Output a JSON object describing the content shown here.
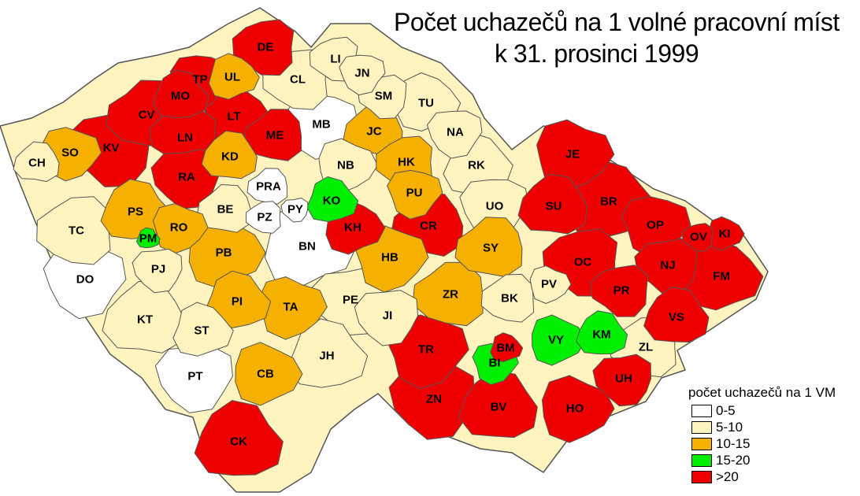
{
  "title": {
    "line1": "Počet uchazečů na 1 volné pracovní míst",
    "line2": "k 31. prosinci 1999"
  },
  "colors": {
    "c0_5": "#ffffff",
    "c5_10": "#fff4c0",
    "c10_15": "#f5b000",
    "c15_20": "#00ee00",
    "c20p": "#ee0000",
    "border": "#555555"
  },
  "legend": {
    "title": "počet uchazečů na 1 VM",
    "items": [
      {
        "label": "0-5",
        "color": "#ffffff"
      },
      {
        "label": "5-10",
        "color": "#fff4c0"
      },
      {
        "label": "10-15",
        "color": "#f5b000"
      },
      {
        "label": "15-20",
        "color": "#00ee00"
      },
      {
        "label": ">20",
        "color": "#ee0000"
      }
    ]
  },
  "districts": [
    {
      "code": "DE",
      "category": ">20"
    },
    {
      "code": "LI",
      "category": "5-10"
    },
    {
      "code": "JN",
      "category": "5-10"
    },
    {
      "code": "TP",
      "category": ">20"
    },
    {
      "code": "UL",
      "category": "10-15"
    },
    {
      "code": "CL",
      "category": "5-10"
    },
    {
      "code": "MO",
      "category": ">20"
    },
    {
      "code": "SM",
      "category": "5-10"
    },
    {
      "code": "TU",
      "category": "5-10"
    },
    {
      "code": "CV",
      "category": ">20"
    },
    {
      "code": "LT",
      "category": ">20"
    },
    {
      "code": "MB",
      "category": "0-5"
    },
    {
      "code": "JC",
      "category": "10-15"
    },
    {
      "code": "NA",
      "category": "5-10"
    },
    {
      "code": "SO",
      "category": "10-15"
    },
    {
      "code": "KV",
      "category": ">20"
    },
    {
      "code": "LN",
      "category": ">20"
    },
    {
      "code": "ME",
      "category": ">20"
    },
    {
      "code": "JE",
      "category": ">20"
    },
    {
      "code": "CH",
      "category": "5-10"
    },
    {
      "code": "KD",
      "category": "10-15"
    },
    {
      "code": "NB",
      "category": "5-10"
    },
    {
      "code": "HK",
      "category": "10-15"
    },
    {
      "code": "RK",
      "category": "5-10"
    },
    {
      "code": "RA",
      "category": ">20"
    },
    {
      "code": "PRA",
      "category": "0-5"
    },
    {
      "code": "PU",
      "category": "10-15"
    },
    {
      "code": "BR",
      "category": ">20"
    },
    {
      "code": "KO",
      "category": "15-20"
    },
    {
      "code": "PS",
      "category": "10-15"
    },
    {
      "code": "BE",
      "category": "5-10"
    },
    {
      "code": "PY",
      "category": "0-5"
    },
    {
      "code": "UO",
      "category": "5-10"
    },
    {
      "code": "SU",
      "category": ">20"
    },
    {
      "code": "TC",
      "category": "5-10"
    },
    {
      "code": "RO",
      "category": "10-15"
    },
    {
      "code": "PZ",
      "category": "0-5"
    },
    {
      "code": "KH",
      "category": ">20"
    },
    {
      "code": "CR",
      "category": ">20"
    },
    {
      "code": "OP",
      "category": ">20"
    },
    {
      "code": "OV",
      "category": ">20"
    },
    {
      "code": "KI",
      "category": ">20"
    },
    {
      "code": "PM",
      "category": "15-20"
    },
    {
      "code": "PB",
      "category": "10-15"
    },
    {
      "code": "BN",
      "category": "0-5"
    },
    {
      "code": "SY",
      "category": "10-15"
    },
    {
      "code": "HB",
      "category": "10-15"
    },
    {
      "code": "OC",
      "category": ">20"
    },
    {
      "code": "NJ",
      "category": ">20"
    },
    {
      "code": "FM",
      "category": ">20"
    },
    {
      "code": "PJ",
      "category": "5-10"
    },
    {
      "code": "DO",
      "category": "0-5"
    },
    {
      "code": "PV",
      "category": "5-10"
    },
    {
      "code": "PR",
      "category": ">20"
    },
    {
      "code": "ZR",
      "category": "10-15"
    },
    {
      "code": "PI",
      "category": "10-15"
    },
    {
      "code": "PE",
      "category": "5-10"
    },
    {
      "code": "BK",
      "category": "5-10"
    },
    {
      "code": "TA",
      "category": "10-15"
    },
    {
      "code": "KT",
      "category": "5-10"
    },
    {
      "code": "JI",
      "category": "5-10"
    },
    {
      "code": "VS",
      "category": ">20"
    },
    {
      "code": "ST",
      "category": "5-10"
    },
    {
      "code": "KM",
      "category": "15-20"
    },
    {
      "code": "TR",
      "category": ">20"
    },
    {
      "code": "BM",
      "category": ">20"
    },
    {
      "code": "VY",
      "category": "15-20"
    },
    {
      "code": "ZL",
      "category": "5-10"
    },
    {
      "code": "JH",
      "category": "5-10"
    },
    {
      "code": "BI",
      "category": "15-20"
    },
    {
      "code": "PT",
      "category": "0-5"
    },
    {
      "code": "CB",
      "category": "10-15"
    },
    {
      "code": "UH",
      "category": ">20"
    },
    {
      "code": "ZN",
      "category": ">20"
    },
    {
      "code": "BV",
      "category": ">20"
    },
    {
      "code": "HO",
      "category": ">20"
    },
    {
      "code": "CK",
      "category": ">20"
    }
  ]
}
